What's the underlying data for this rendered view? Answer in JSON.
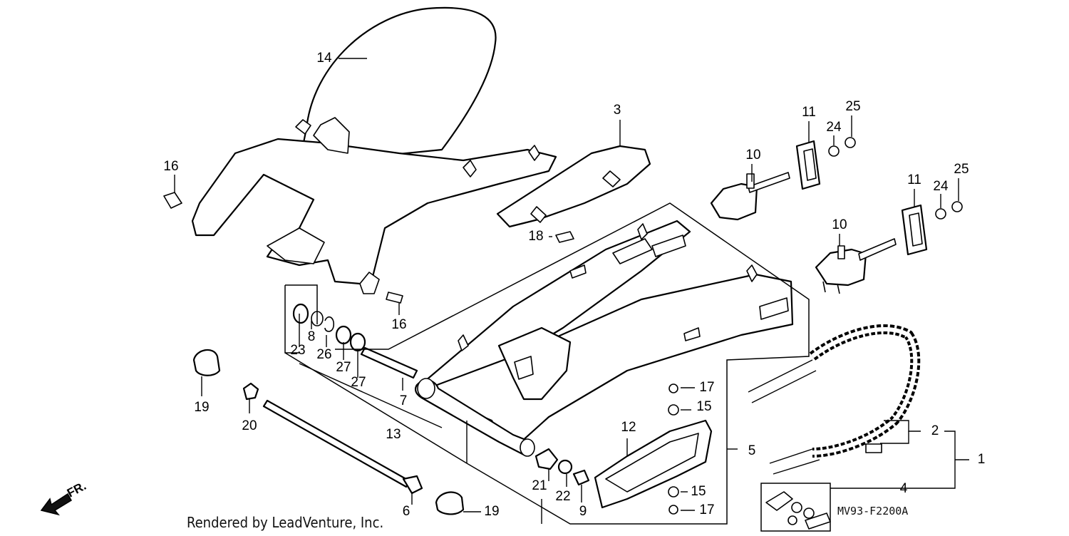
{
  "callouts": {
    "c1": "1",
    "c2": "2",
    "c3": "3",
    "c4": "4",
    "c5": "5",
    "c6": "6",
    "c7": "7",
    "c8": "8",
    "c9": "9",
    "c10a": "10",
    "c10b": "10",
    "c11a": "11",
    "c11b": "11",
    "c12": "12",
    "c13": "13",
    "c14": "14",
    "c15a": "15",
    "c15b": "15",
    "c16a": "16",
    "c16b": "16",
    "c17a": "17",
    "c17b": "17",
    "c18": "18",
    "c19a": "19",
    "c19b": "19",
    "c20": "20",
    "c21": "21",
    "c22": "22",
    "c23": "23",
    "c24a": "24",
    "c24b": "24",
    "c25a": "25",
    "c25b": "25",
    "c26": "26",
    "c27a": "27",
    "c27b": "27"
  },
  "front_marker": "FR.",
  "diagram_code": "MV93-F2200A",
  "credit": "Rendered by LeadVenture, Inc.",
  "icons": {
    "front_arrow": "arrow-down-left-icon"
  }
}
